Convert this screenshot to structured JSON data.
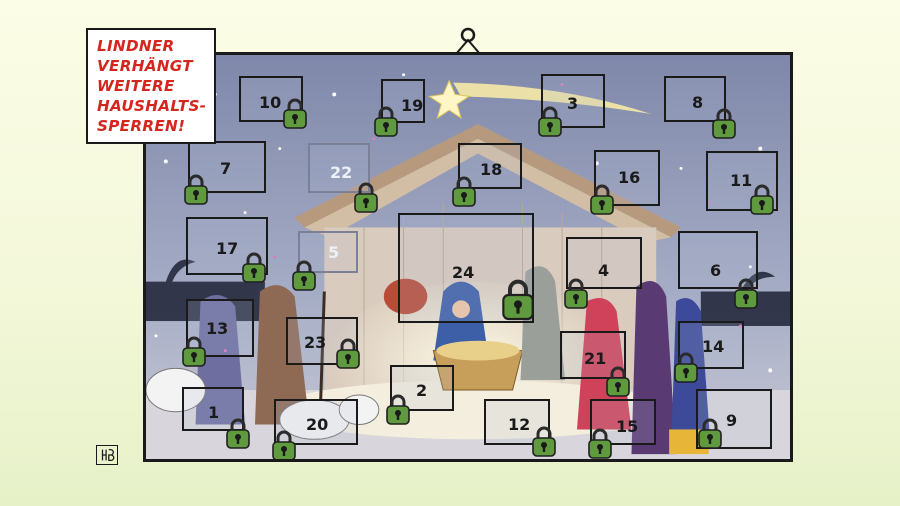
{
  "headline": {
    "lines": [
      "LINDNER",
      "VERHÄNGT",
      "WEITERE",
      "HAUSHALTS-",
      "SPERREN!"
    ]
  },
  "colors": {
    "headline_text": "#d4261e",
    "lock_body": "#5f9a3e",
    "night_sky": "#8e97b6"
  },
  "doors": [
    {
      "number": "10",
      "lock": "padlock-icon"
    },
    {
      "number": "19",
      "lock": "padlock-icon"
    },
    {
      "number": "3",
      "lock": "padlock-icon"
    },
    {
      "number": "8",
      "lock": "padlock-icon"
    },
    {
      "number": "7",
      "lock": "padlock-icon"
    },
    {
      "number": "22",
      "lock": "padlock-icon"
    },
    {
      "number": "18",
      "lock": "padlock-icon"
    },
    {
      "number": "16",
      "lock": "padlock-icon"
    },
    {
      "number": "11",
      "lock": "padlock-icon"
    },
    {
      "number": "17",
      "lock": "padlock-icon"
    },
    {
      "number": "5",
      "lock": "padlock-icon"
    },
    {
      "number": "24",
      "lock": "padlock-icon"
    },
    {
      "number": "4",
      "lock": "padlock-icon"
    },
    {
      "number": "6",
      "lock": "padlock-icon"
    },
    {
      "number": "13",
      "lock": "padlock-icon"
    },
    {
      "number": "23",
      "lock": "padlock-icon"
    },
    {
      "number": "21",
      "lock": "padlock-icon"
    },
    {
      "number": "14",
      "lock": "padlock-icon"
    },
    {
      "number": "2",
      "lock": "padlock-icon"
    },
    {
      "number": "1",
      "lock": "padlock-icon"
    },
    {
      "number": "20",
      "lock": "padlock-icon"
    },
    {
      "number": "12",
      "lock": "padlock-icon"
    },
    {
      "number": "15",
      "lock": "padlock-icon"
    },
    {
      "number": "9",
      "lock": "padlock-icon"
    }
  ]
}
